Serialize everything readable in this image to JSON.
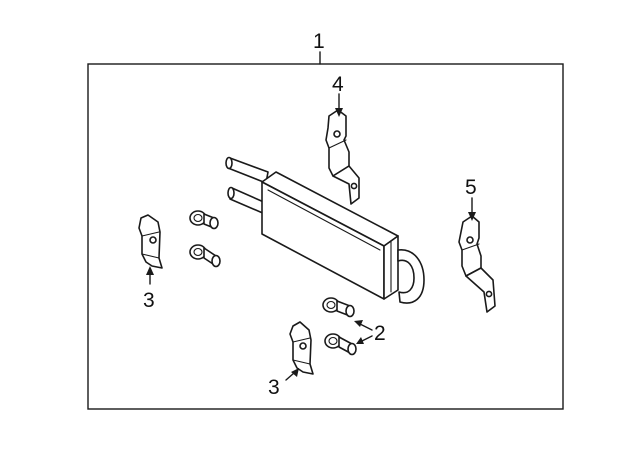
{
  "callouts": {
    "assembly": "1",
    "fitting": "2",
    "clip_left": "3",
    "clip_bottom": "3",
    "upper_bracket": "4",
    "right_bracket": "5"
  },
  "colors": {
    "line": "#1a1a1a",
    "background": "#ffffff"
  }
}
